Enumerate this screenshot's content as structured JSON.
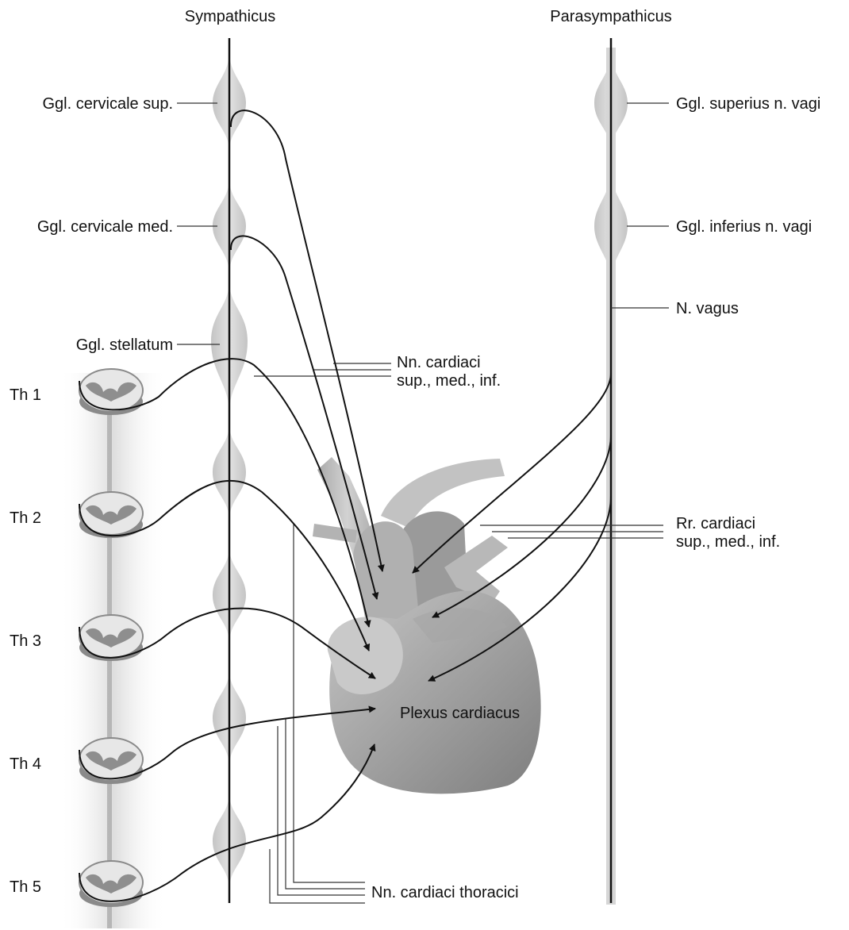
{
  "headers": {
    "sympathicus": "Sympathicus",
    "parasympathicus": "Parasympathicus"
  },
  "ganglia_left": {
    "cervicale_sup": "Ggl. cervicale sup.",
    "cervicale_med": "Ggl. cervicale med.",
    "stellatum": "Ggl. stellatum"
  },
  "ganglia_right": {
    "superius": "Ggl. superius n. vagi",
    "inferius": "Ggl. inferius n. vagi",
    "vagus": "N. vagus"
  },
  "nerves": {
    "nn_cardiaci_line1": "Nn. cardiaci",
    "nn_cardiaci_line2": "sup., med., inf.",
    "rr_cardiaci_line1": "Rr. cardiaci",
    "rr_cardiaci_line2": "sup., med., inf.",
    "thoracici": "Nn. cardiaci thoracici",
    "plexus": "Plexus cardiacus"
  },
  "segments": [
    "Th 1",
    "Th 2",
    "Th 3",
    "Th 4",
    "Th 5"
  ],
  "colors": {
    "ganglion_fill": "#cfcfcf",
    "heart_light": "#bdbdbd",
    "heart_dark": "#8f8f8f",
    "line": "#111111",
    "leader": "#333333"
  }
}
